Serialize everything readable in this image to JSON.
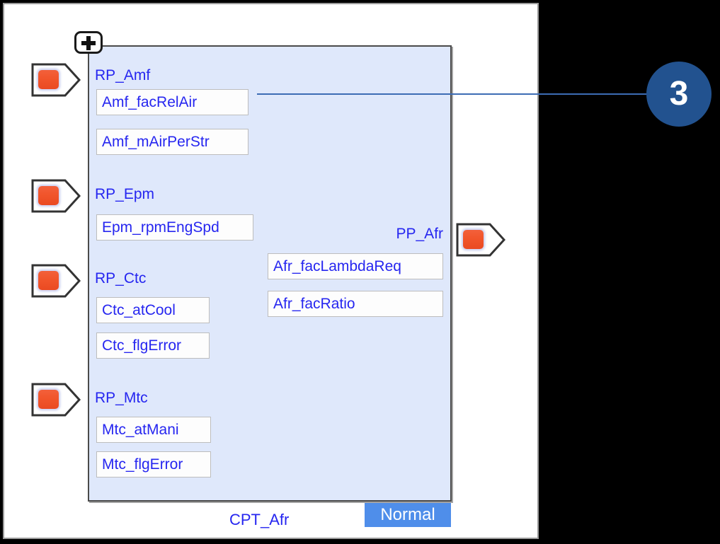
{
  "diagram": {
    "block_name": "CPT_Afr",
    "status_badge": "Normal",
    "expand_control": "+",
    "colors": {
      "block_fill": "#dfe8fb",
      "block_border": "#4a4a4a",
      "label_text": "#2626f0",
      "port_chip": "#f1552b",
      "status_badge_bg": "#4f8eea",
      "callout_blue": "#22528f",
      "callout_line": "#3c6cb4",
      "canvas_bg": "#ffffff",
      "page_bg": "#000000"
    },
    "input_ports": [
      {
        "name": "RP_Amf",
        "signals": [
          "Amf_facRelAir",
          "Amf_mAirPerStr"
        ]
      },
      {
        "name": "RP_Epm",
        "signals": [
          "Epm_rpmEngSpd"
        ]
      },
      {
        "name": "RP_Ctc",
        "signals": [
          "Ctc_atCool",
          "Ctc_flgError"
        ]
      },
      {
        "name": "RP_Mtc",
        "signals": [
          "Mtc_atMani",
          "Mtc_flgError"
        ]
      }
    ],
    "output_ports": [
      {
        "name": "PP_Afr",
        "signals": [
          "Afr_facLambdaReq",
          "Afr_facRatio"
        ]
      }
    ],
    "annotations": [
      {
        "number": "3",
        "target": "Amf_facRelAir"
      }
    ]
  }
}
